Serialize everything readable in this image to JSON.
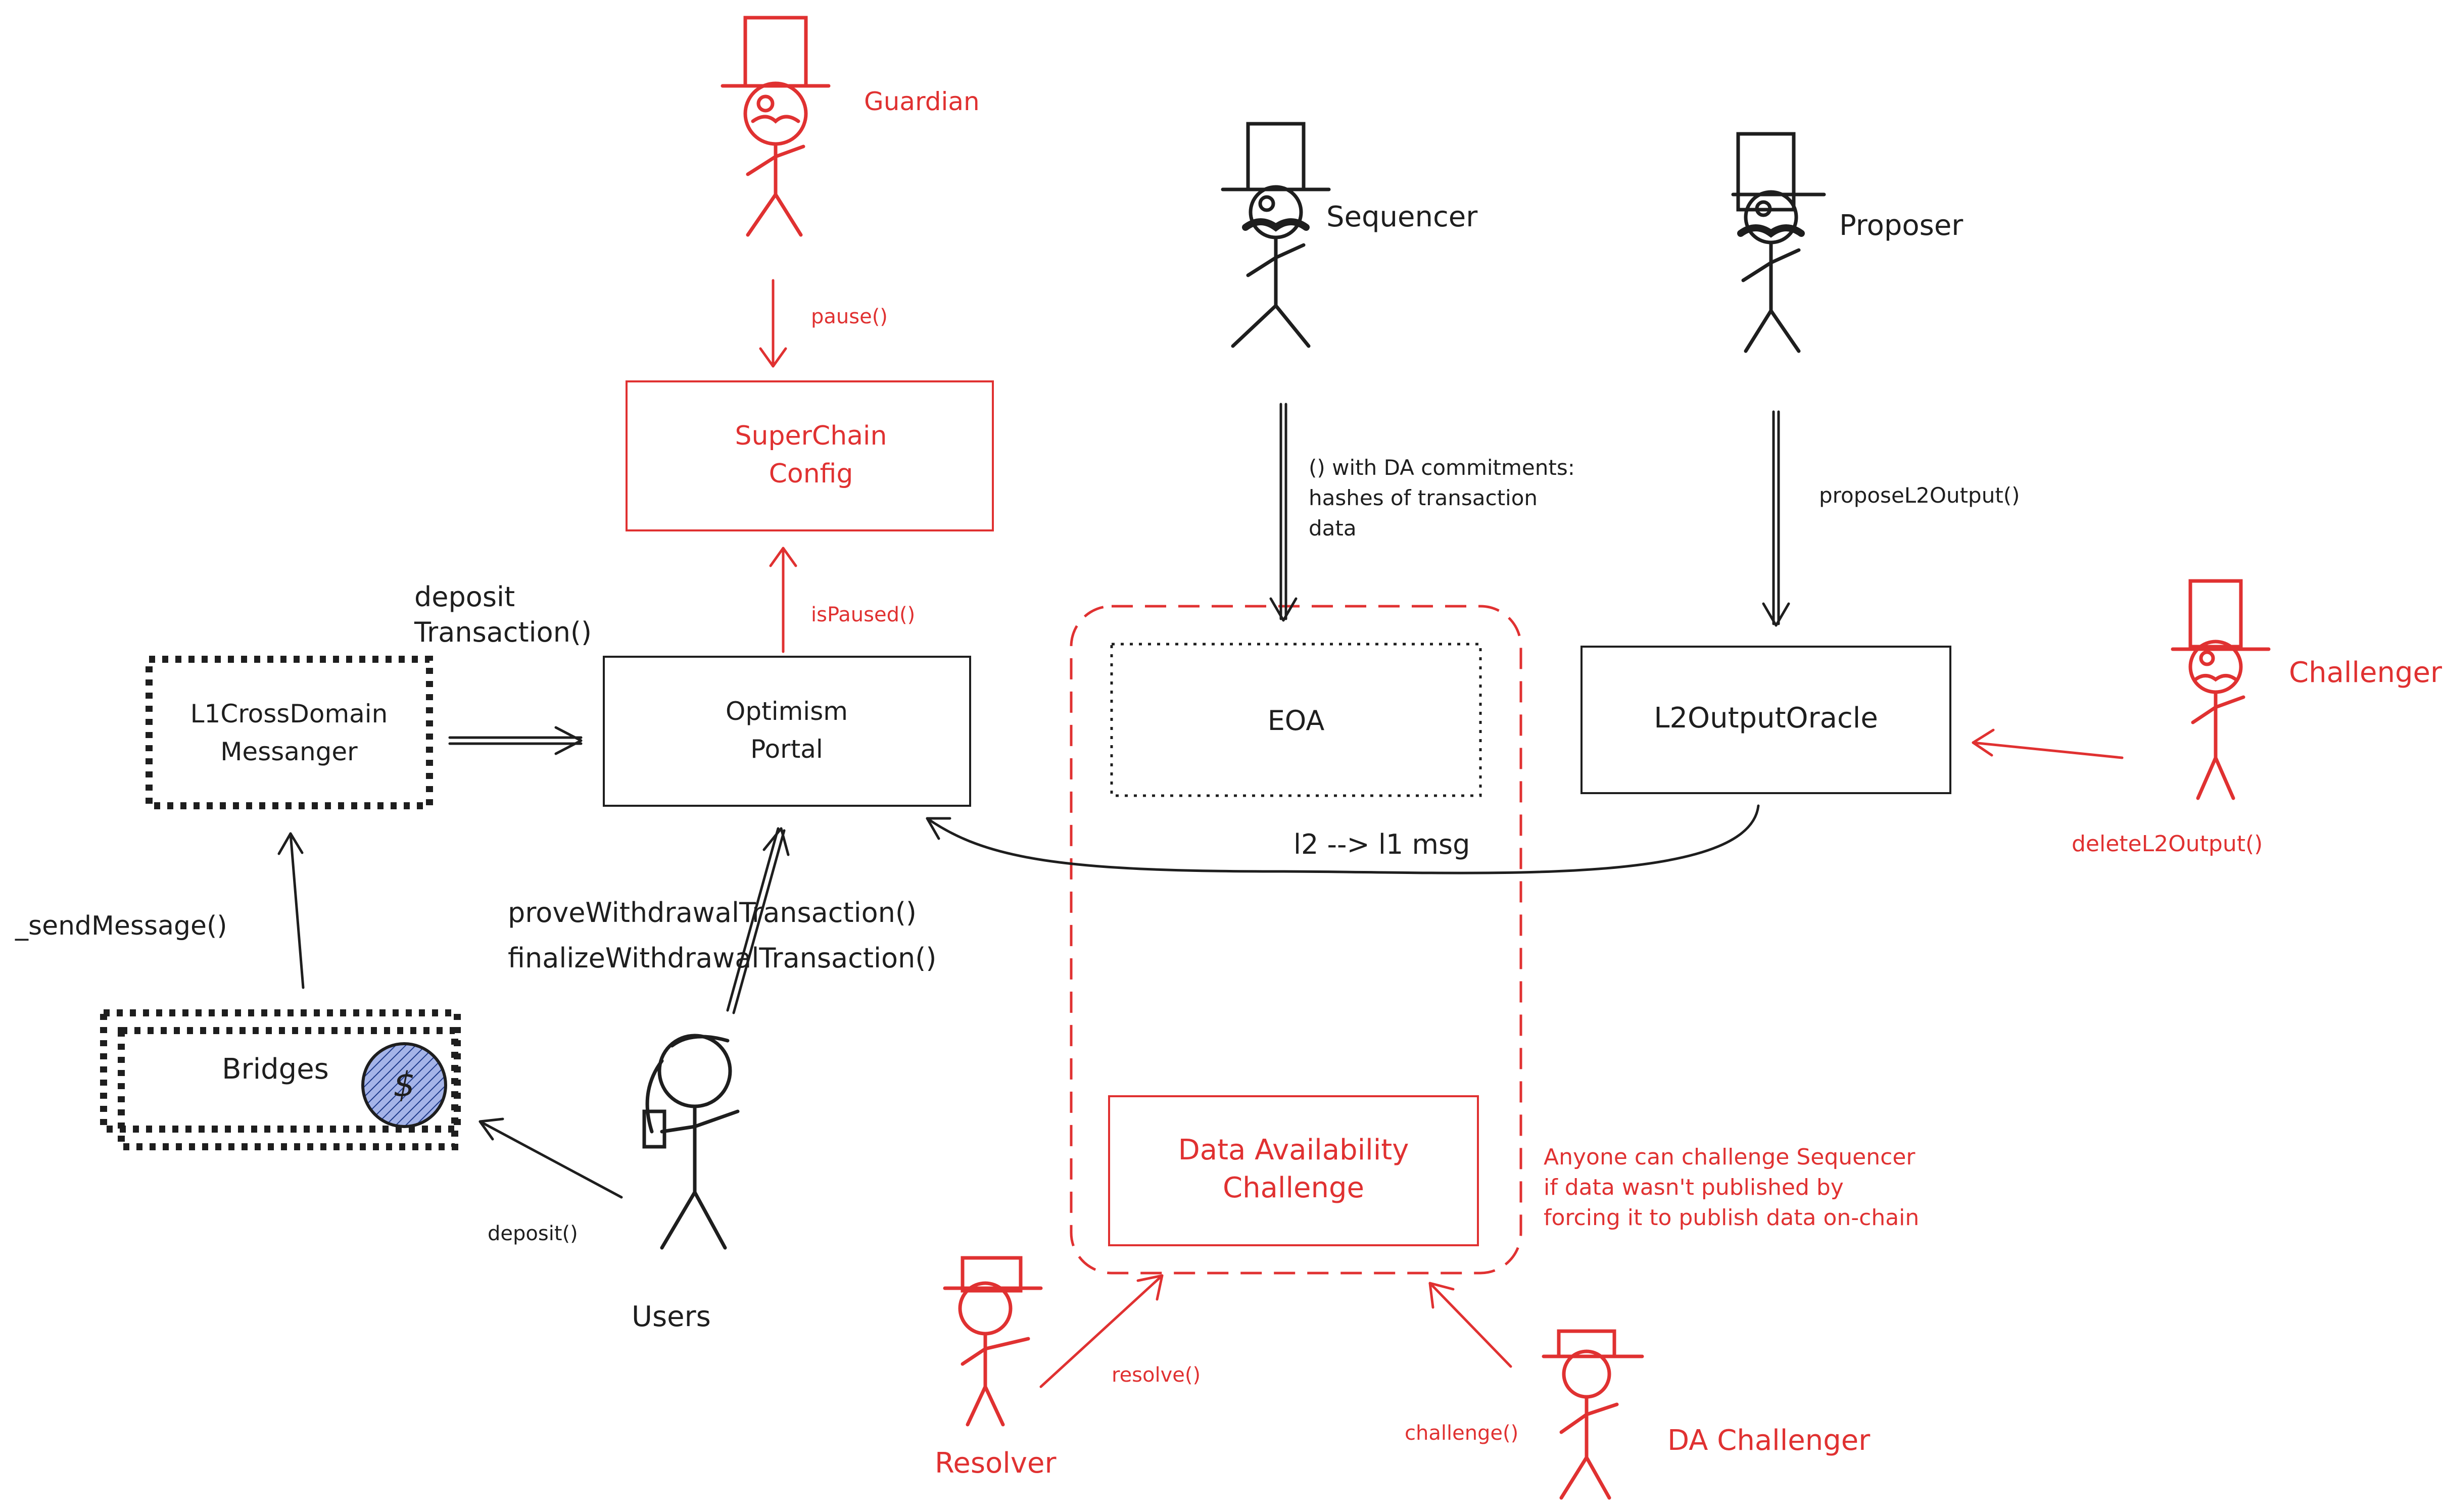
{
  "colors": {
    "ink": "#1e1e1e",
    "accent": "#e03131",
    "coin_fill": "#a5b4e8"
  },
  "actors": {
    "guardian": "Guardian",
    "sequencer": "Sequencer",
    "proposer": "Proposer",
    "challenger": "Challenger",
    "users": "Users",
    "resolver": "Resolver",
    "da_challenger": "DA Challenger"
  },
  "boxes": {
    "superchain_config": [
      "SuperChain",
      "Config"
    ],
    "optimism_portal": [
      "Optimism",
      "Portal"
    ],
    "l1_cross_domain": [
      "L1CrossDomain",
      "Messanger"
    ],
    "bridges": "Bridges",
    "coin_symbol": "$",
    "eoa": "EOA",
    "l2_output_oracle": "L2OutputOracle",
    "da_challenge": [
      "Data Availability",
      "Challenge"
    ]
  },
  "labels": {
    "pause": "pause()",
    "is_paused": "isPaused()",
    "deposit_transaction": [
      "deposit",
      "Transaction()"
    ],
    "send_message": "_sendMessage()",
    "prove_withdrawal": "proveWithdrawalTransaction()",
    "finalize_withdrawal": "finalizeWithdrawalTransaction()",
    "deposit": "deposit()",
    "da_commitments": [
      "() with DA commitments:",
      "hashes of transaction",
      "data"
    ],
    "propose_l2_output": "proposeL2Output()",
    "l2_l1_msg": "l2 --> l1 msg",
    "delete_l2_output": "deleteL2Output()",
    "resolve": "resolve()",
    "challenge": "challenge()",
    "da_note": [
      "Anyone can challenge Sequencer",
      "if data wasn't published by",
      "forcing it to publish data on-chain"
    ]
  }
}
